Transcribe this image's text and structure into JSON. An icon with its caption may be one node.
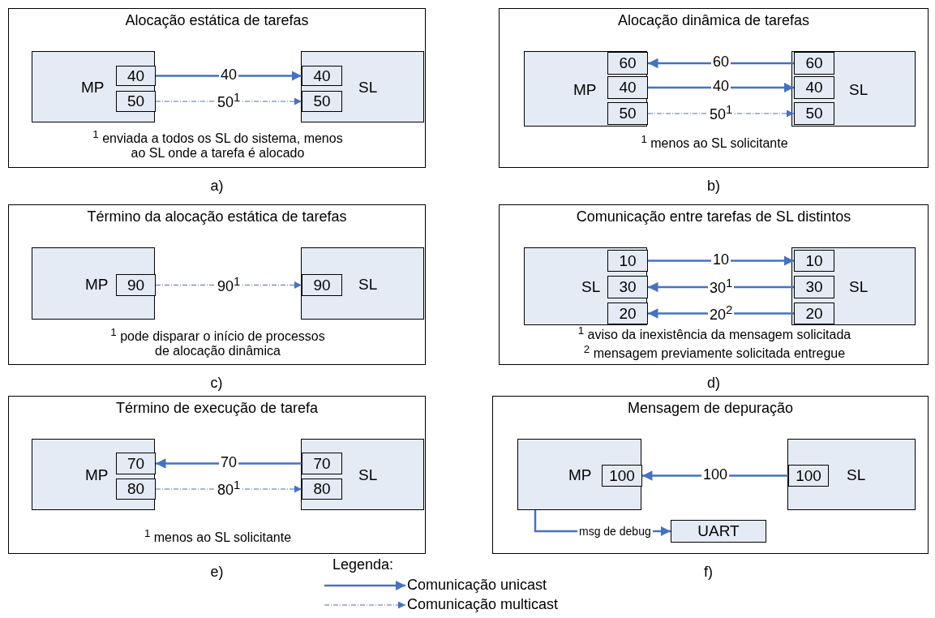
{
  "diagram": {
    "nodes": [
      {
        "text": [
          "Alocação estática de tarefas",
          "$^{1}$ enviada a todos os SL do sistema, menos ao SL onde a tarefa é alocado"
        ],
        "beside": [
          "a)"
        ]
      },
      {
        "text": [
          "MP"
        ],
        "in": 0
      },
      {
        "text": [
          "40"
        ],
        "in": 1
      },
      {
        "text": [
          "50"
        ],
        "in": 1
      },
      {
        "text": [
          "SL"
        ],
        "in": 0
      },
      {
        "text": [
          "40"
        ],
        "in": 4
      },
      {
        "text": [
          "50"
        ],
        "in": 4
      },
      {
        "text": [
          "Alocação dinâmica de tarefas",
          "$^{1}$ menos ao SL solicitante"
        ],
        "beside": [
          "b)"
        ]
      },
      {
        "text": [
          "MP"
        ],
        "in": 7
      },
      {
        "text": [
          "60"
        ],
        "in": 8
      },
      {
        "text": [
          "40"
        ],
        "in": 8
      },
      {
        "text": [
          "50"
        ],
        "in": 8
      },
      {
        "text": [
          "SL"
        ],
        "in": 7
      },
      {
        "text": [
          "60"
        ],
        "in": 12
      },
      {
        "text": [
          "40"
        ],
        "in": 12
      },
      {
        "text": [
          "50"
        ],
        "in": 12
      },
      {
        "text": [
          "Término da alocação estática de tarefas",
          "$^{1}$ pode disparar o início de processos de alocação dinâmica"
        ],
        "beside": [
          "c)"
        ]
      },
      {
        "text": [
          "MP"
        ],
        "in": 16
      },
      {
        "text": [
          "90"
        ],
        "in": 17
      },
      {
        "text": [
          "SL"
        ],
        "in": 16
      },
      {
        "text": [
          "90"
        ],
        "in": 19
      },
      {
        "text": [
          "Comunicação entre tarefas de SL distintos",
          "$^{1}$ aviso da inexistência da mensagem solicitada",
          "$^{2}$ mensagem previamente solicitada entregue"
        ],
        "beside": [
          "d)"
        ]
      },
      {
        "text": [
          "SL"
        ],
        "in": 21
      },
      {
        "text": [
          "10"
        ],
        "in": 22
      },
      {
        "text": [
          "30"
        ],
        "in": 22
      },
      {
        "text": [
          "20"
        ],
        "in": 22
      },
      {
        "text": [
          "SL"
        ],
        "in": 21
      },
      {
        "text": [
          "10"
        ],
        "in": 26
      },
      {
        "text": [
          "30"
        ],
        "in": 26
      },
      {
        "text": [
          "20"
        ],
        "in": 26
      },
      {
        "text": [
          "Término de execução de tarefa",
          "$^{1}$ menos ao SL solicitante"
        ],
        "beside": [
          "e)"
        ]
      },
      {
        "text": [
          "MP"
        ],
        "in": 30
      },
      {
        "text": [
          "70"
        ],
        "in": 31
      },
      {
        "text": [
          "80"
        ],
        "in": 31
      },
      {
        "text": [
          "SL"
        ],
        "in": 30
      },
      {
        "text": [
          "70"
        ],
        "in": 34
      },
      {
        "text": [
          "80"
        ],
        "in": 34
      },
      {
        "text": [
          "Mensagem de depuração"
        ],
        "beside": [
          "f)"
        ]
      },
      {
        "text": [
          "MP"
        ],
        "in": 37
      },
      {
        "text": [
          "100"
        ],
        "in": 38
      },
      {
        "text": [
          "SL"
        ],
        "in": 37
      },
      {
        "text": [
          "100"
        ],
        "in": 40
      },
      {
        "text": [
          "UART"
        ],
        "in": 37
      }
    ],
    "edges": [
      {
        "from": 2,
        "to": 5,
        "label": "40",
        "arrow": "to"
      },
      {
        "from": 3,
        "to": 6,
        "label": "50$^{1}$",
        "arrow": "to",
        "style": "dashed"
      },
      {
        "from": 13,
        "to": 9,
        "label": "60",
        "arrow": "to"
      },
      {
        "from": 10,
        "to": 14,
        "label": "40",
        "arrow": "to"
      },
      {
        "from": 11,
        "to": 15,
        "label": "50$^{1}$",
        "arrow": "to",
        "style": "dashed"
      },
      {
        "from": 18,
        "to": 20,
        "label": "90$^{1}$",
        "arrow": "to",
        "style": "dashed"
      },
      {
        "from": 23,
        "to": 27,
        "label": "10",
        "arrow": "to"
      },
      {
        "from": 28,
        "to": 24,
        "label": "30$^{1}$",
        "arrow": "to"
      },
      {
        "from": 29,
        "to": 25,
        "label": "20$^{2}$",
        "arrow": "to"
      },
      {
        "from": 35,
        "to": 32,
        "label": "70",
        "arrow": "to"
      },
      {
        "from": 33,
        "to": 36,
        "label": "80$^{1}$",
        "arrow": "to",
        "style": "dashed"
      },
      {
        "from": 41,
        "to": 39,
        "label": "100",
        "arrow": "to"
      },
      {
        "from": 38,
        "to": 42,
        "label": "msg de debug",
        "arrow": "to"
      }
    ],
    "labels": [
      "Legenda:"
    ],
    "legend": [
      {
        "text": "Comunicação unicast"
      },
      {
        "text": "Comunicação multicast"
      }
    ]
  }
}
